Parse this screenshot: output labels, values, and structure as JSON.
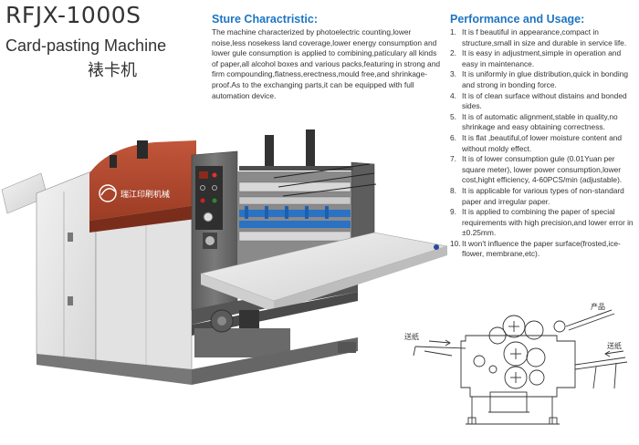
{
  "header": {
    "model": "RFJX-1000S",
    "subtitle": "Card-pasting Machine",
    "chinese_name": "裱卡机"
  },
  "sture": {
    "title": "Sture Charactristic:",
    "text": "The machine characterized by photoelectric counting,lower noise,less nosekess land coverage,lower energy consumption and lower gule consumption is applied to combining,paticulary all kinds of paper,all alcohol boxes and various packs,featuring in strong and firm compounding,flatness,erectness,mould free,and shrinkage-proof.As to the exchanging parts,it can be equipped with full automation device."
  },
  "performance": {
    "title": "Performance and Usage:",
    "items": [
      {
        "num": "1.",
        "text": "It is f beautiful in appearance,compact in structure,small in size and durable in service life."
      },
      {
        "num": "2.",
        "text": "It is easy in adjustment,simple in operation and easy in maintenance."
      },
      {
        "num": "3.",
        "text": "It is uniformly in glue distribution,quick in bonding and strong in bonding force."
      },
      {
        "num": "4.",
        "text": "It is of clean surface without distains and bonded sides."
      },
      {
        "num": "5.",
        "text": "It is of automatic alignment,stable in quality,no shrinkage and easy obtaining correctness."
      },
      {
        "num": "6.",
        "text": "It is flat ,beautiful,of lower moisture content and without moldy effect."
      },
      {
        "num": "7.",
        "text": "It is of lower consumption gule (0.01Yuan per square meter), lower power consumption,lower cost,hight efficiency, 4-60PCS/min (adjustable)."
      },
      {
        "num": "8.",
        "text": "It is applicable for various types of non-standard paper and irregular paper."
      },
      {
        "num": "9.",
        "text": "It is applied to combining the paper of special requirements with high precision,and lower error in ±0.25mm."
      },
      {
        "num": "10.",
        "text": "It won't influence the paper surface(frosted,ice-flower, membrane,etc)."
      }
    ]
  },
  "machine_panel": {
    "brand_text": "瑞江印刷机械"
  },
  "diagram": {
    "label_feed_left": "送纸",
    "label_product": "产品",
    "label_feed_right": "送纸"
  },
  "colors": {
    "accent_blue": "#1e75c2",
    "machine_gray": "#6b6b6b",
    "machine_red": "#b5482e"
  }
}
